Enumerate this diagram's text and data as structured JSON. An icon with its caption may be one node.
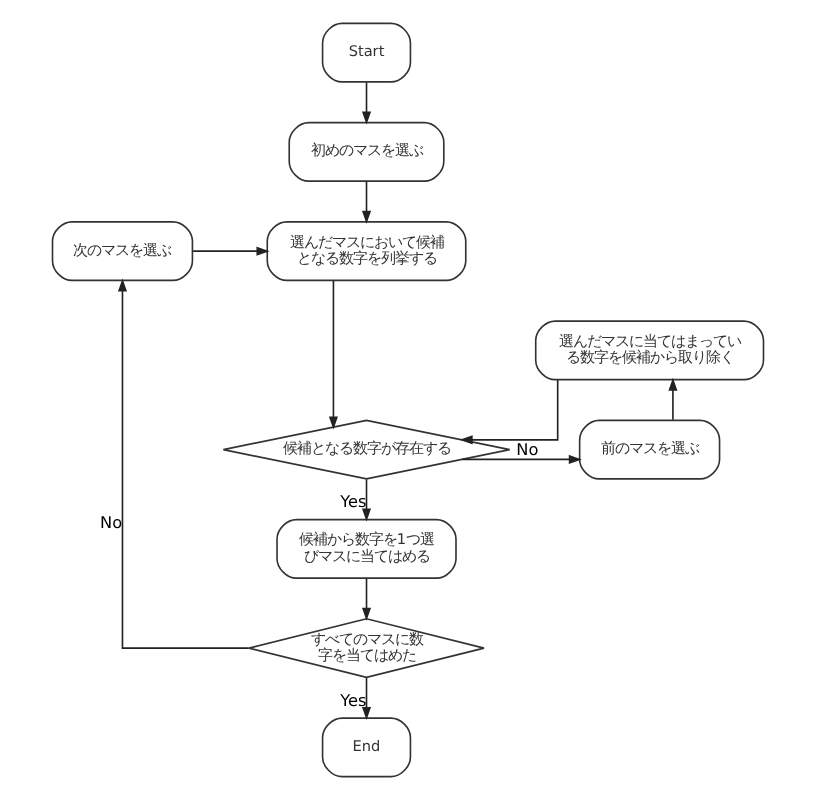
{
  "diagram": {
    "nodes": [
      {
        "text": [
          "Start"
        ]
      },
      {
        "text": [
          "初めのマスを選ぶ"
        ]
      },
      {
        "text": [
          "次のマスを選ぶ"
        ]
      },
      {
        "text": [
          "選んだマスにおいて候補となる数字を列挙する"
        ]
      },
      {
        "text": [
          "選んだマスに当てはまっている数字を候補から取り除く"
        ]
      },
      {
        "text": [
          "候補となる数字が存在する"
        ]
      },
      {
        "text": [
          "前のマスを選ぶ"
        ]
      },
      {
        "text": [
          "候補から数字を1つ選びマスに当てはめる"
        ]
      },
      {
        "text": [
          "すべてのマスに数字を当てはめた"
        ]
      },
      {
        "text": [
          "End"
        ]
      }
    ],
    "edges": [
      {
        "from": 0,
        "to": 1,
        "arrow": "to"
      },
      {
        "from": 1,
        "to": 3,
        "arrow": "to"
      },
      {
        "from": 2,
        "to": 3,
        "arrow": "to"
      },
      {
        "from": 4,
        "to": 5,
        "arrow": "to"
      },
      {
        "from": 3,
        "to": 5,
        "arrow": "to"
      },
      {
        "from": 5,
        "to": 6,
        "arrow": "to",
        "label": "No"
      },
      {
        "from": 6,
        "to": 4,
        "arrow": "to"
      },
      {
        "from": 5,
        "to": 7,
        "arrow": "to",
        "label": "Yes"
      },
      {
        "from": 7,
        "to": 8,
        "arrow": "to"
      },
      {
        "from": 8,
        "to": 2,
        "arrow": "to",
        "label": "No"
      },
      {
        "from": 8,
        "to": 9,
        "arrow": "to",
        "label": "Yes"
      }
    ]
  }
}
